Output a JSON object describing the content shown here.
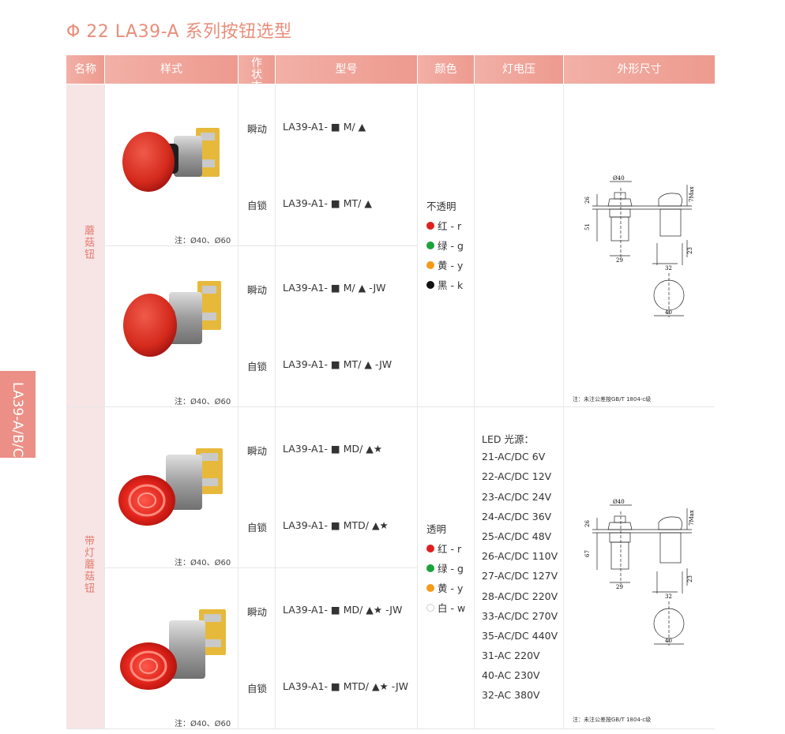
{
  "title": "Φ 22 LA39-A 系列按钮选型",
  "side_tab": "LA39-A/B/C",
  "headers": {
    "name": "名称",
    "style": "样式",
    "state": "工作状态",
    "model": "型号",
    "color": "颜色",
    "voltage": "灯电压",
    "dimension": "外形尺寸"
  },
  "groups": [
    {
      "name": "蘑菇钮"
    },
    {
      "name": "带灯蘑菇钮"
    }
  ],
  "note": "注：Ø40、Ø60",
  "rows": [
    {
      "state1": "瞬动",
      "model1": "LA39-A1- ■ M/ ▲",
      "state2": "自锁",
      "model2": "LA39-A1- ■ MT/ ▲"
    },
    {
      "state1": "瞬动",
      "model1": "LA39-A1- ■ M/ ▲ -JW",
      "state2": "自锁",
      "model2": "LA39-A1- ■ MT/ ▲ -JW"
    },
    {
      "state1": "瞬动",
      "model1": "LA39-A1- ■ MD/ ▲★",
      "state2": "自锁",
      "model2": "LA39-A1- ■ MTD/ ▲★"
    },
    {
      "state1": "瞬动",
      "model1": "LA39-A1- ■ MD/ ▲★ -JW",
      "state2": "自锁",
      "model2": "LA39-A1- ■ MTD/ ▲★ -JW"
    }
  ],
  "colors_opaque": {
    "heading": "不透明",
    "items": [
      {
        "label": "红 - r",
        "color": "#e02020"
      },
      {
        "label": "绿 - g",
        "color": "#1aa33a"
      },
      {
        "label": "黄 - y",
        "color": "#f59a1a"
      },
      {
        "label": "黑 - k",
        "color": "#111111"
      }
    ]
  },
  "colors_transparent": {
    "heading": "透明",
    "items": [
      {
        "label": "红 - r",
        "color": "#e02020"
      },
      {
        "label": "绿 - g",
        "color": "#1aa33a"
      },
      {
        "label": "黄 - y",
        "color": "#f59a1a"
      },
      {
        "label": "白 - w",
        "color": "#ffffff"
      }
    ]
  },
  "voltage": {
    "heading": "LED 光源：",
    "items": [
      "21-AC/DC 6V",
      "22-AC/DC 12V",
      "23-AC/DC 24V",
      "24-AC/DC 36V",
      "25-AC/DC 48V",
      "26-AC/DC 110V",
      "27-AC/DC 127V",
      "28-AC/DC 220V",
      "33-AC/DC 270V",
      "35-AC/DC 440V",
      "31-AC 220V",
      "40-AC 230V",
      "32-AC 380V"
    ]
  },
  "dimension": {
    "note": "注：未注公差按GB/T 1804-c级",
    "drawing1": {
      "d_top": "Ø40",
      "h_head": "26",
      "h_body": "51",
      "max": "7Max",
      "w_body": "29",
      "w_mount": "32",
      "side": "23",
      "d_bottom": "40"
    },
    "drawing2": {
      "d_top": "Ø40",
      "h_head": "26",
      "h_body": "67",
      "max": "7Max",
      "w_body": "29",
      "w_mount": "32",
      "side": "23",
      "d_bottom": "40"
    }
  }
}
